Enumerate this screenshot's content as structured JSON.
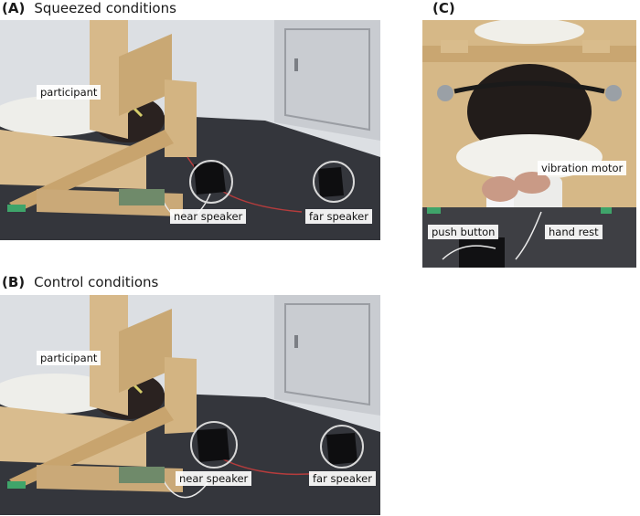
{
  "panels": {
    "a": {
      "letter": "(A)",
      "title": "Squeezed conditions",
      "labels": {
        "participant": "participant",
        "near_speaker": "near speaker",
        "far_speaker": "far speaker"
      }
    },
    "b": {
      "letter": "(B)",
      "title": "Control conditions",
      "labels": {
        "participant": "participant",
        "near_speaker": "near speaker",
        "far_speaker": "far speaker"
      }
    },
    "c": {
      "letter": "(C)",
      "labels": {
        "vibration_motor": "vibration motor",
        "push_button": "push button",
        "hand_rest": "hand rest"
      }
    }
  }
}
